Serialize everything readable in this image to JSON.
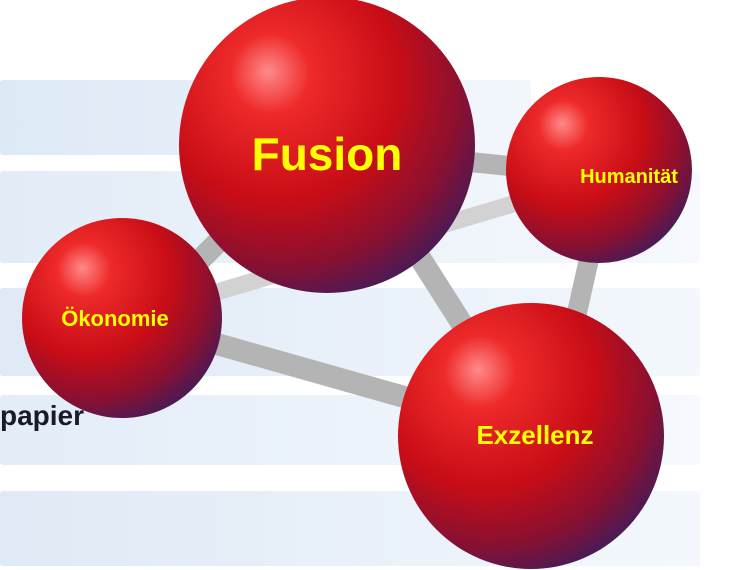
{
  "background": {
    "partial_heading": "papier",
    "band_color": "#e6eff9"
  },
  "diagram": {
    "sphere_color": "#d41818",
    "connector_color": "#b8b8b8",
    "label_color": "#ffff00",
    "nodes": [
      {
        "id": "fusion",
        "label": "Fusion"
      },
      {
        "id": "humanitaet",
        "label": "Humanität"
      },
      {
        "id": "oekonomie",
        "label": "Ökonomie"
      },
      {
        "id": "exzellenz",
        "label": "Exzellenz"
      }
    ]
  }
}
